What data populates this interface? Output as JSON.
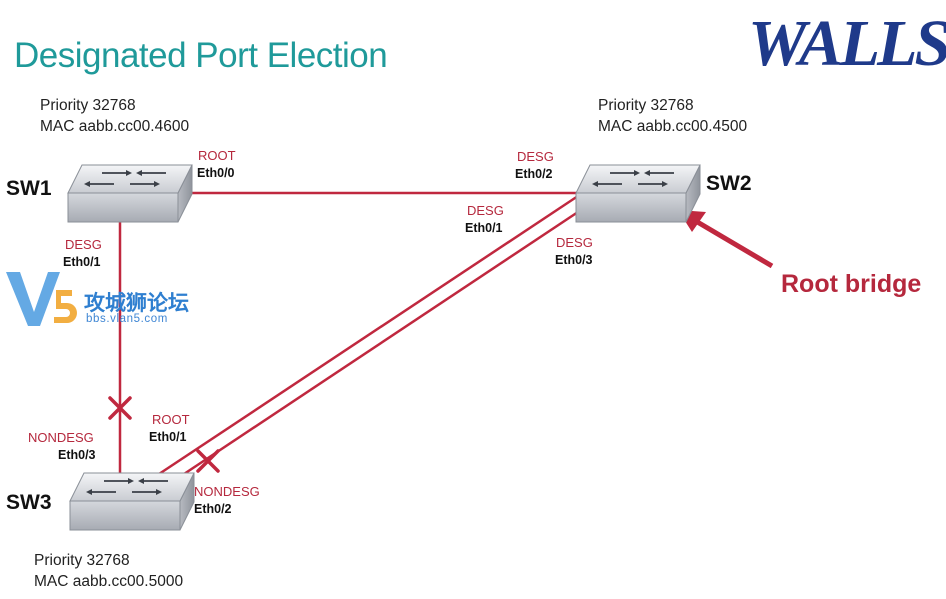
{
  "title": "Designated Port Election",
  "logo_text": "WALLS",
  "watermark": {
    "cn": "攻城狮论坛",
    "url": "bbs.vlan5.com"
  },
  "root_bridge_label": "Root bridge",
  "switches": {
    "sw1": {
      "name": "SW1",
      "priority": "Priority 32768",
      "mac": "MAC aabb.cc00.4600"
    },
    "sw2": {
      "name": "SW2",
      "priority": "Priority 32768",
      "mac": "MAC aabb.cc00.4500"
    },
    "sw3": {
      "name": "SW3",
      "priority": "Priority 32768",
      "mac": "MAC aabb.cc00.5000"
    }
  },
  "ports": {
    "sw1_e00": {
      "role": "ROOT",
      "port": "Eth0/0"
    },
    "sw1_e01": {
      "role": "DESG",
      "port": "Eth0/1"
    },
    "sw2_e02": {
      "role": "DESG",
      "port": "Eth0/2"
    },
    "sw2_e01": {
      "role": "DESG",
      "port": "Eth0/1"
    },
    "sw2_e03": {
      "role": "DESG",
      "port": "Eth0/3"
    },
    "sw3_e03": {
      "role": "NONDESG",
      "port": "Eth0/3"
    },
    "sw3_e01": {
      "role": "ROOT",
      "port": "Eth0/1"
    },
    "sw3_e02": {
      "role": "NONDESG",
      "port": "Eth0/2"
    }
  },
  "colors": {
    "link": "#c0283f",
    "title": "#1f9a9a",
    "logo": "#1f3a8a"
  }
}
